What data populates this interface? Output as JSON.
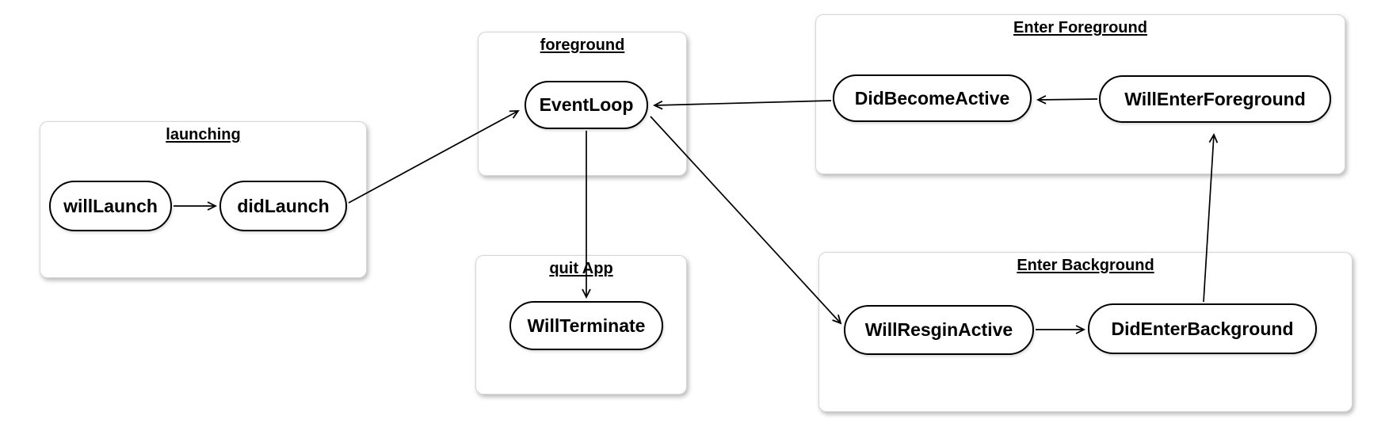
{
  "diagram": {
    "background_color": "#ffffff",
    "node_border_color": "#000000",
    "node_fill_color": "#ffffff",
    "group_border_color": "#d6d6d6",
    "text_color": "#000000",
    "groups": [
      {
        "title": "launching"
      },
      {
        "title": "foreground"
      },
      {
        "title": "quit App"
      },
      {
        "title": "Enter Foreground"
      },
      {
        "title": "Enter Background"
      }
    ],
    "nodes": [
      {
        "label": "willLaunch",
        "group": "launching"
      },
      {
        "label": "didLaunch",
        "group": "launching"
      },
      {
        "label": "EventLoop",
        "group": "foreground"
      },
      {
        "label": "WillTerminate",
        "group": "quit App"
      },
      {
        "label": "DidBecomeActive",
        "group": "Enter Foreground"
      },
      {
        "label": "WillEnterForeground",
        "group": "Enter Foreground"
      },
      {
        "label": "WillResginActive",
        "group": "Enter Background"
      },
      {
        "label": "DidEnterBackground",
        "group": "Enter Background"
      }
    ],
    "edges": [
      {
        "from": "willLaunch",
        "to": "didLaunch"
      },
      {
        "from": "didLaunch",
        "to": "EventLoop"
      },
      {
        "from": "EventLoop",
        "to": "WillTerminate"
      },
      {
        "from": "DidBecomeActive",
        "to": "EventLoop"
      },
      {
        "from": "WillEnterForeground",
        "to": "DidBecomeActive"
      },
      {
        "from": "EventLoop",
        "to": "WillResginActive"
      },
      {
        "from": "WillResginActive",
        "to": "DidEnterBackground"
      },
      {
        "from": "DidEnterBackground",
        "to": "WillEnterForeground"
      }
    ]
  }
}
